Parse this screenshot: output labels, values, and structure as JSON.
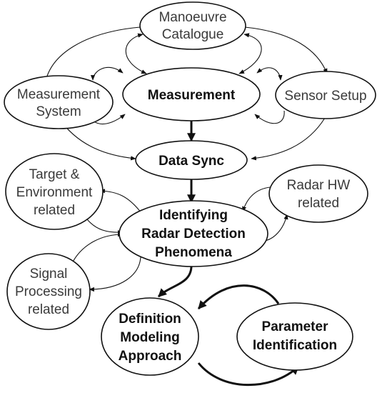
{
  "nodes": {
    "manoeuvre_catalogue": {
      "lines": [
        "Manoeuvre",
        "Catalogue"
      ],
      "bold": false
    },
    "measurement_system": {
      "lines": [
        "Measurement",
        "System"
      ],
      "bold": false
    },
    "measurement": {
      "lines": [
        "Measurement"
      ],
      "bold": true
    },
    "sensor_setup": {
      "lines": [
        "Sensor Setup"
      ],
      "bold": false
    },
    "data_sync": {
      "lines": [
        "Data Sync"
      ],
      "bold": true
    },
    "target_environment": {
      "lines": [
        "Target &",
        "Environment",
        "related"
      ],
      "bold": false
    },
    "radar_hw": {
      "lines": [
        "Radar HW",
        "related"
      ],
      "bold": false
    },
    "identifying_phenomena": {
      "lines": [
        "Identifying",
        "Radar Detection",
        "Phenomena"
      ],
      "bold": true
    },
    "signal_processing": {
      "lines": [
        "Signal",
        "Processing",
        "related"
      ],
      "bold": false
    },
    "definition_modeling": {
      "lines": [
        "Definition",
        "Modeling",
        "Approach"
      ],
      "bold": true
    },
    "parameter_identification": {
      "lines": [
        "Parameter",
        "Identification"
      ],
      "bold": true
    }
  },
  "colors": {
    "stroke": "#111111",
    "text": "#3a3a3a",
    "bold_text": "#111111",
    "fill": "#ffffff"
  }
}
